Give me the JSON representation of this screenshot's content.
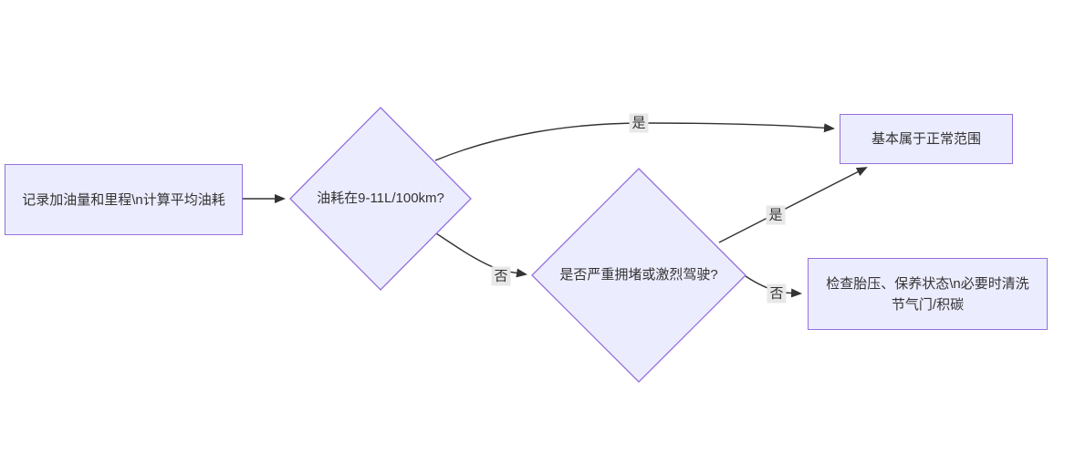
{
  "diagram": {
    "type": "flowchart",
    "direction": "left-to-right",
    "nodes": [
      {
        "id": "start",
        "shape": "rect",
        "label": "记录加油量和里程\\n计算平均油耗"
      },
      {
        "id": "decision1",
        "shape": "diamond",
        "label": "油耗在9-11L/100km?"
      },
      {
        "id": "decision2",
        "shape": "diamond",
        "label": "是否严重拥堵或激烈驾驶?"
      },
      {
        "id": "normal",
        "shape": "rect",
        "label": "基本属于正常范围"
      },
      {
        "id": "check",
        "shape": "rect",
        "label": "检查胎压、保养状态\\n必要时清洗节气门/积碳"
      }
    ],
    "edges": [
      {
        "from": "start",
        "to": "decision1",
        "label": ""
      },
      {
        "from": "decision1",
        "to": "normal",
        "label": "是"
      },
      {
        "from": "decision1",
        "to": "decision2",
        "label": "否"
      },
      {
        "from": "decision2",
        "to": "normal",
        "label": "是"
      },
      {
        "from": "decision2",
        "to": "check",
        "label": "否"
      }
    ],
    "colors": {
      "node_fill": "#ececff",
      "node_border": "#9370db",
      "edge_line": "#333333",
      "edge_label_bg": "#e8e8e8",
      "text": "#333333",
      "background": "#ffffff"
    }
  }
}
